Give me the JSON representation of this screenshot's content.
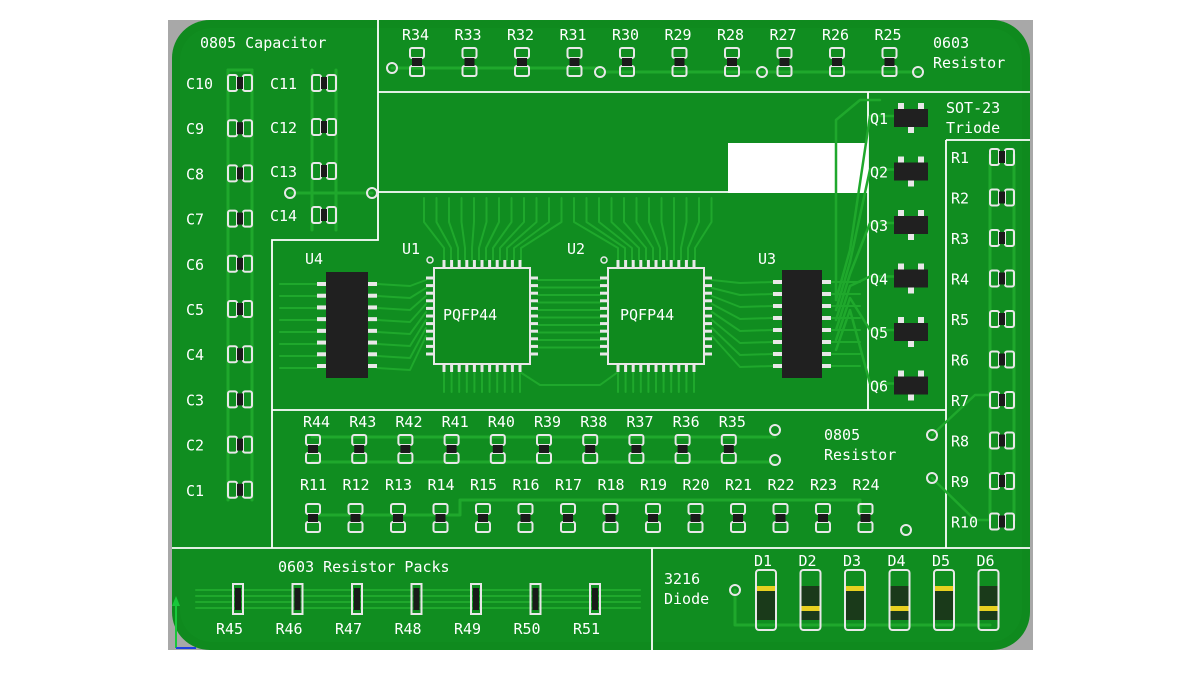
{
  "sections": {
    "capacitor": "0805 Capacitor",
    "resistor_0603_line1": "0603",
    "resistor_0603_line2": "Resistor",
    "sot23_line1": "SOT-23",
    "sot23_line2": "Triode",
    "resistor_0805_line1": "0805",
    "resistor_0805_line2": "Resistor",
    "resistor_packs": "0603 Resistor Packs",
    "diode_line1": "3216",
    "diode_line2": "Diode"
  },
  "capacitors": [
    "C10",
    "C9",
    "C8",
    "C7",
    "C6",
    "C5",
    "C4",
    "C3",
    "C2",
    "C1"
  ],
  "capacitors_right": [
    "C11",
    "C12",
    "C13",
    "C14"
  ],
  "resistors_top": [
    "R34",
    "R33",
    "R32",
    "R31",
    "R30",
    "R29",
    "R28",
    "R27",
    "R26",
    "R25"
  ],
  "transistors": [
    "Q1",
    "Q2",
    "Q3",
    "Q4",
    "Q5",
    "Q6"
  ],
  "resistors_right": [
    "R1",
    "R2",
    "R3",
    "R4",
    "R5",
    "R6",
    "R7",
    "R8",
    "R9",
    "R10"
  ],
  "resistors_row1": [
    "R44",
    "R43",
    "R42",
    "R41",
    "R40",
    "R39",
    "R38",
    "R37",
    "R36",
    "R35"
  ],
  "resistors_row2": [
    "R11",
    "R12",
    "R13",
    "R14",
    "R15",
    "R16",
    "R17",
    "R18",
    "R19",
    "R20",
    "R21",
    "R22",
    "R23",
    "R24"
  ],
  "resistor_packs": [
    "R45",
    "R46",
    "R47",
    "R48",
    "R49",
    "R50",
    "R51"
  ],
  "diodes": [
    "D1",
    "D2",
    "D3",
    "D4",
    "D5",
    "D6"
  ],
  "ics": {
    "u1": "U1",
    "u2": "U2",
    "u3": "U3",
    "u4": "U4",
    "u1_package": "PQFP44",
    "u2_package": "PQFP44"
  },
  "colors": {
    "board": "#0f8a1e",
    "board_edge": "#0a6a14",
    "copper": "#1fa82c",
    "pad": "#e8e8e8",
    "silk": "#ffffff",
    "chip": "#202020",
    "frame_bg": "#a8a8a8",
    "diode_band": "#e8d020"
  }
}
